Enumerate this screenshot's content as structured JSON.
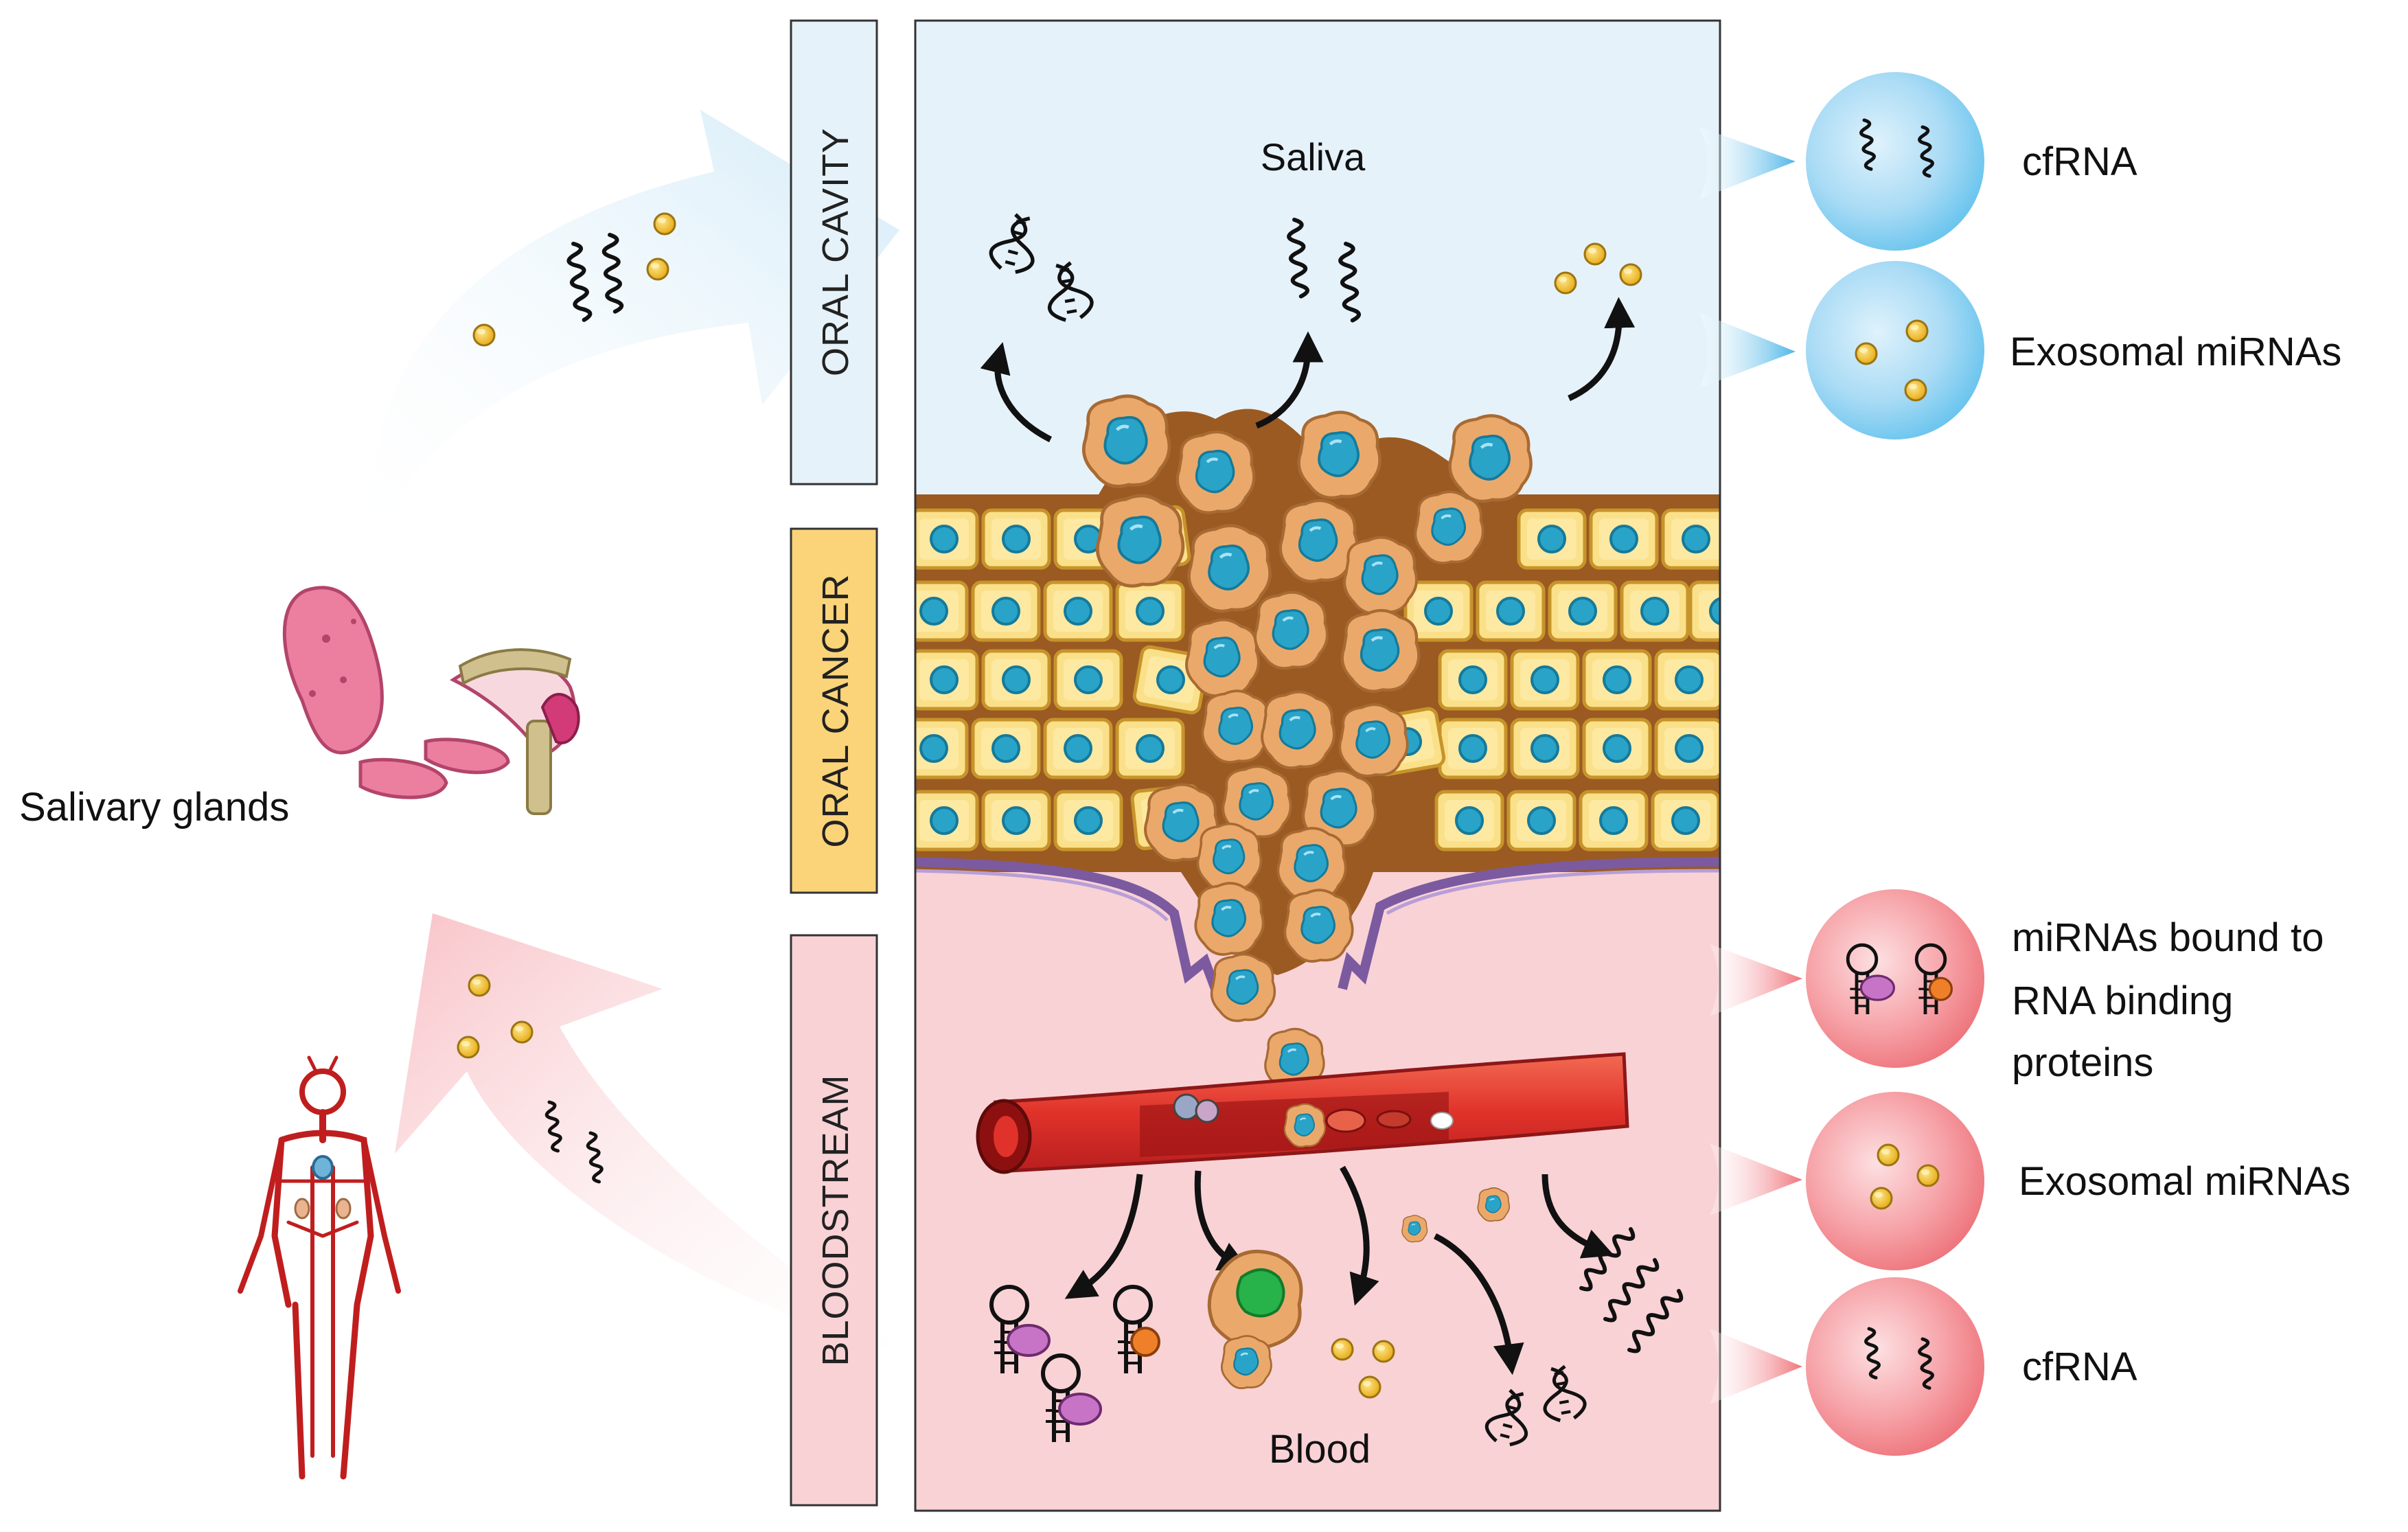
{
  "labels": {
    "saliva": "Saliva",
    "blood": "Blood",
    "salivary_glands": "Salivary glands"
  },
  "sections": {
    "oral_cavity": "ORAL CAVITY",
    "oral_cancer": "ORAL CANCER",
    "bloodstream": "BLOODSTREAM"
  },
  "legend_top": {
    "item1": "cfRNA",
    "item2": "Exosomal miRNAs"
  },
  "legend_bottom": {
    "item1_line1": "miRNAs bound to",
    "item1_line2": "RNA binding",
    "item1_line3": "proteins",
    "item2": "Exosomal miRNAs",
    "item3": "cfRNA"
  },
  "colors": {
    "saliva_bg": "#e6f2fa",
    "blood_bg": "#f9d2d6",
    "oral_cavity_box": "#e6f2fa",
    "oral_cancer_box": "#fbd47a",
    "bloodstream_box": "#f9d2d6",
    "healthy_cell": "#fbe08a",
    "tumor_cell": "#eaa96b",
    "nucleus": "#2aa3c8",
    "stroma": "#9a5a22",
    "vessel": "#e23a2e",
    "exosome": "#f2b820"
  }
}
